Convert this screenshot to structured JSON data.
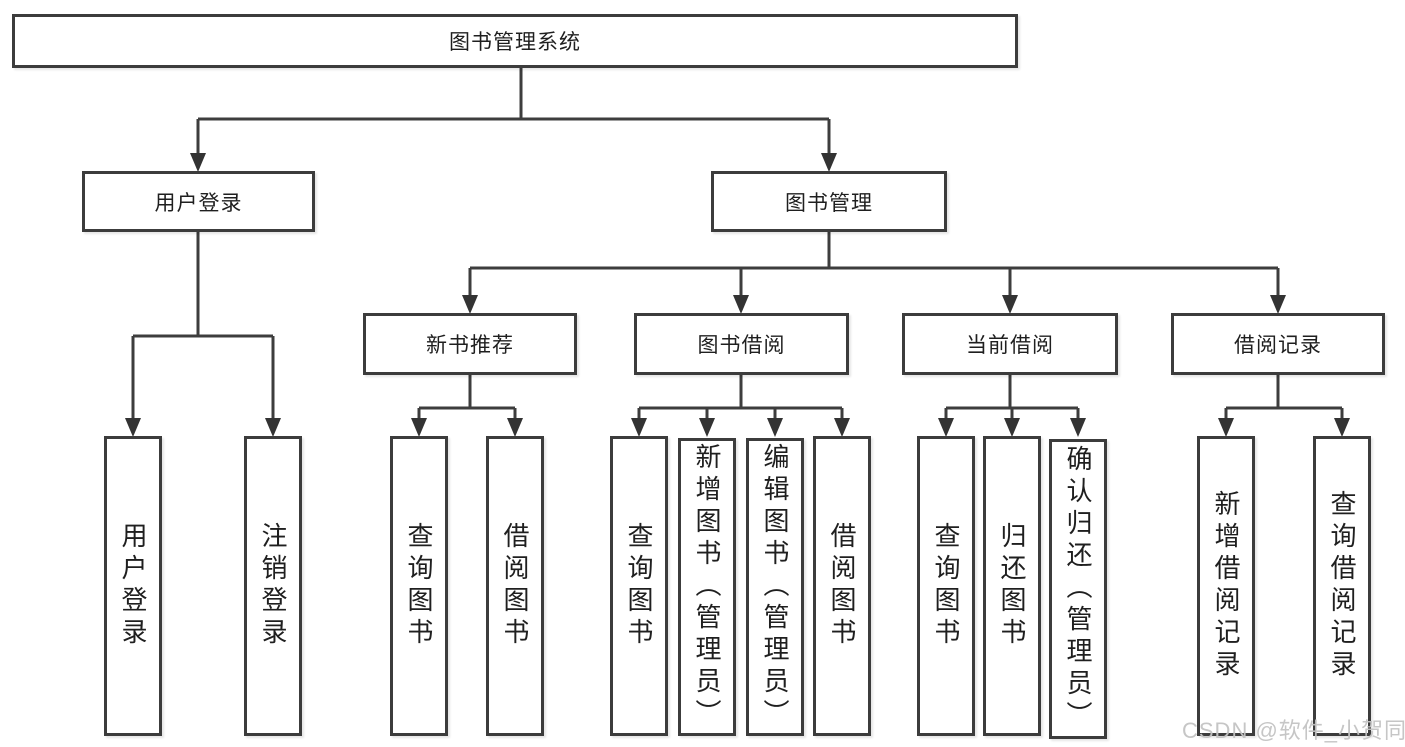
{
  "diagram": {
    "type": "hierarchy-tree",
    "title": "图书管理系统",
    "watermark": "CSDN @软件_小贺同学",
    "colors": {
      "background": "#ffffff",
      "line": "#3d3d3d",
      "box_border": "#3c3c3c",
      "box_fill": "#ffffff",
      "text": "#1f1f1f",
      "watermark": "#c3c3c3"
    },
    "nodes": {
      "root": {
        "label": "图书管理系统"
      },
      "user_login": {
        "label": "用户登录"
      },
      "book_mgmt": {
        "label": "图书管理"
      },
      "new_book_rec": {
        "label": "新书推荐"
      },
      "book_borrow": {
        "label": "图书借阅"
      },
      "current_borrow": {
        "label": "当前借阅"
      },
      "borrow_record": {
        "label": "借阅记录"
      },
      "leaf_user_login": {
        "label": "用户登录"
      },
      "leaf_logout": {
        "label": "注销登录"
      },
      "leaf_nb_query": {
        "label": "查询图书"
      },
      "leaf_nb_borrow": {
        "label": "借阅图书"
      },
      "leaf_bb_query": {
        "label": "查询图书"
      },
      "leaf_bb_add": {
        "label": "新增图书（管理员）"
      },
      "leaf_bb_edit": {
        "label": "编辑图书（管理员）"
      },
      "leaf_bb_borrow": {
        "label": "借阅图书"
      },
      "leaf_cb_query": {
        "label": "查询图书"
      },
      "leaf_cb_return": {
        "label": "归还图书"
      },
      "leaf_cb_confirm": {
        "label": "确认归还（管理员）"
      },
      "leaf_br_add": {
        "label": "新增借阅记录"
      },
      "leaf_br_query": {
        "label": "查询借阅记录"
      }
    },
    "edges": [
      {
        "from": "root",
        "to": "user_login"
      },
      {
        "from": "root",
        "to": "book_mgmt"
      },
      {
        "from": "user_login",
        "to": "leaf_user_login"
      },
      {
        "from": "user_login",
        "to": "leaf_logout"
      },
      {
        "from": "book_mgmt",
        "to": "new_book_rec"
      },
      {
        "from": "book_mgmt",
        "to": "book_borrow"
      },
      {
        "from": "book_mgmt",
        "to": "current_borrow"
      },
      {
        "from": "book_mgmt",
        "to": "borrow_record"
      },
      {
        "from": "new_book_rec",
        "to": "leaf_nb_query"
      },
      {
        "from": "new_book_rec",
        "to": "leaf_nb_borrow"
      },
      {
        "from": "book_borrow",
        "to": "leaf_bb_query"
      },
      {
        "from": "book_borrow",
        "to": "leaf_bb_add"
      },
      {
        "from": "book_borrow",
        "to": "leaf_bb_edit"
      },
      {
        "from": "book_borrow",
        "to": "leaf_bb_borrow"
      },
      {
        "from": "current_borrow",
        "to": "leaf_cb_query"
      },
      {
        "from": "current_borrow",
        "to": "leaf_cb_return"
      },
      {
        "from": "current_borrow",
        "to": "leaf_cb_confirm"
      },
      {
        "from": "borrow_record",
        "to": "leaf_br_add"
      },
      {
        "from": "borrow_record",
        "to": "leaf_br_query"
      }
    ]
  }
}
